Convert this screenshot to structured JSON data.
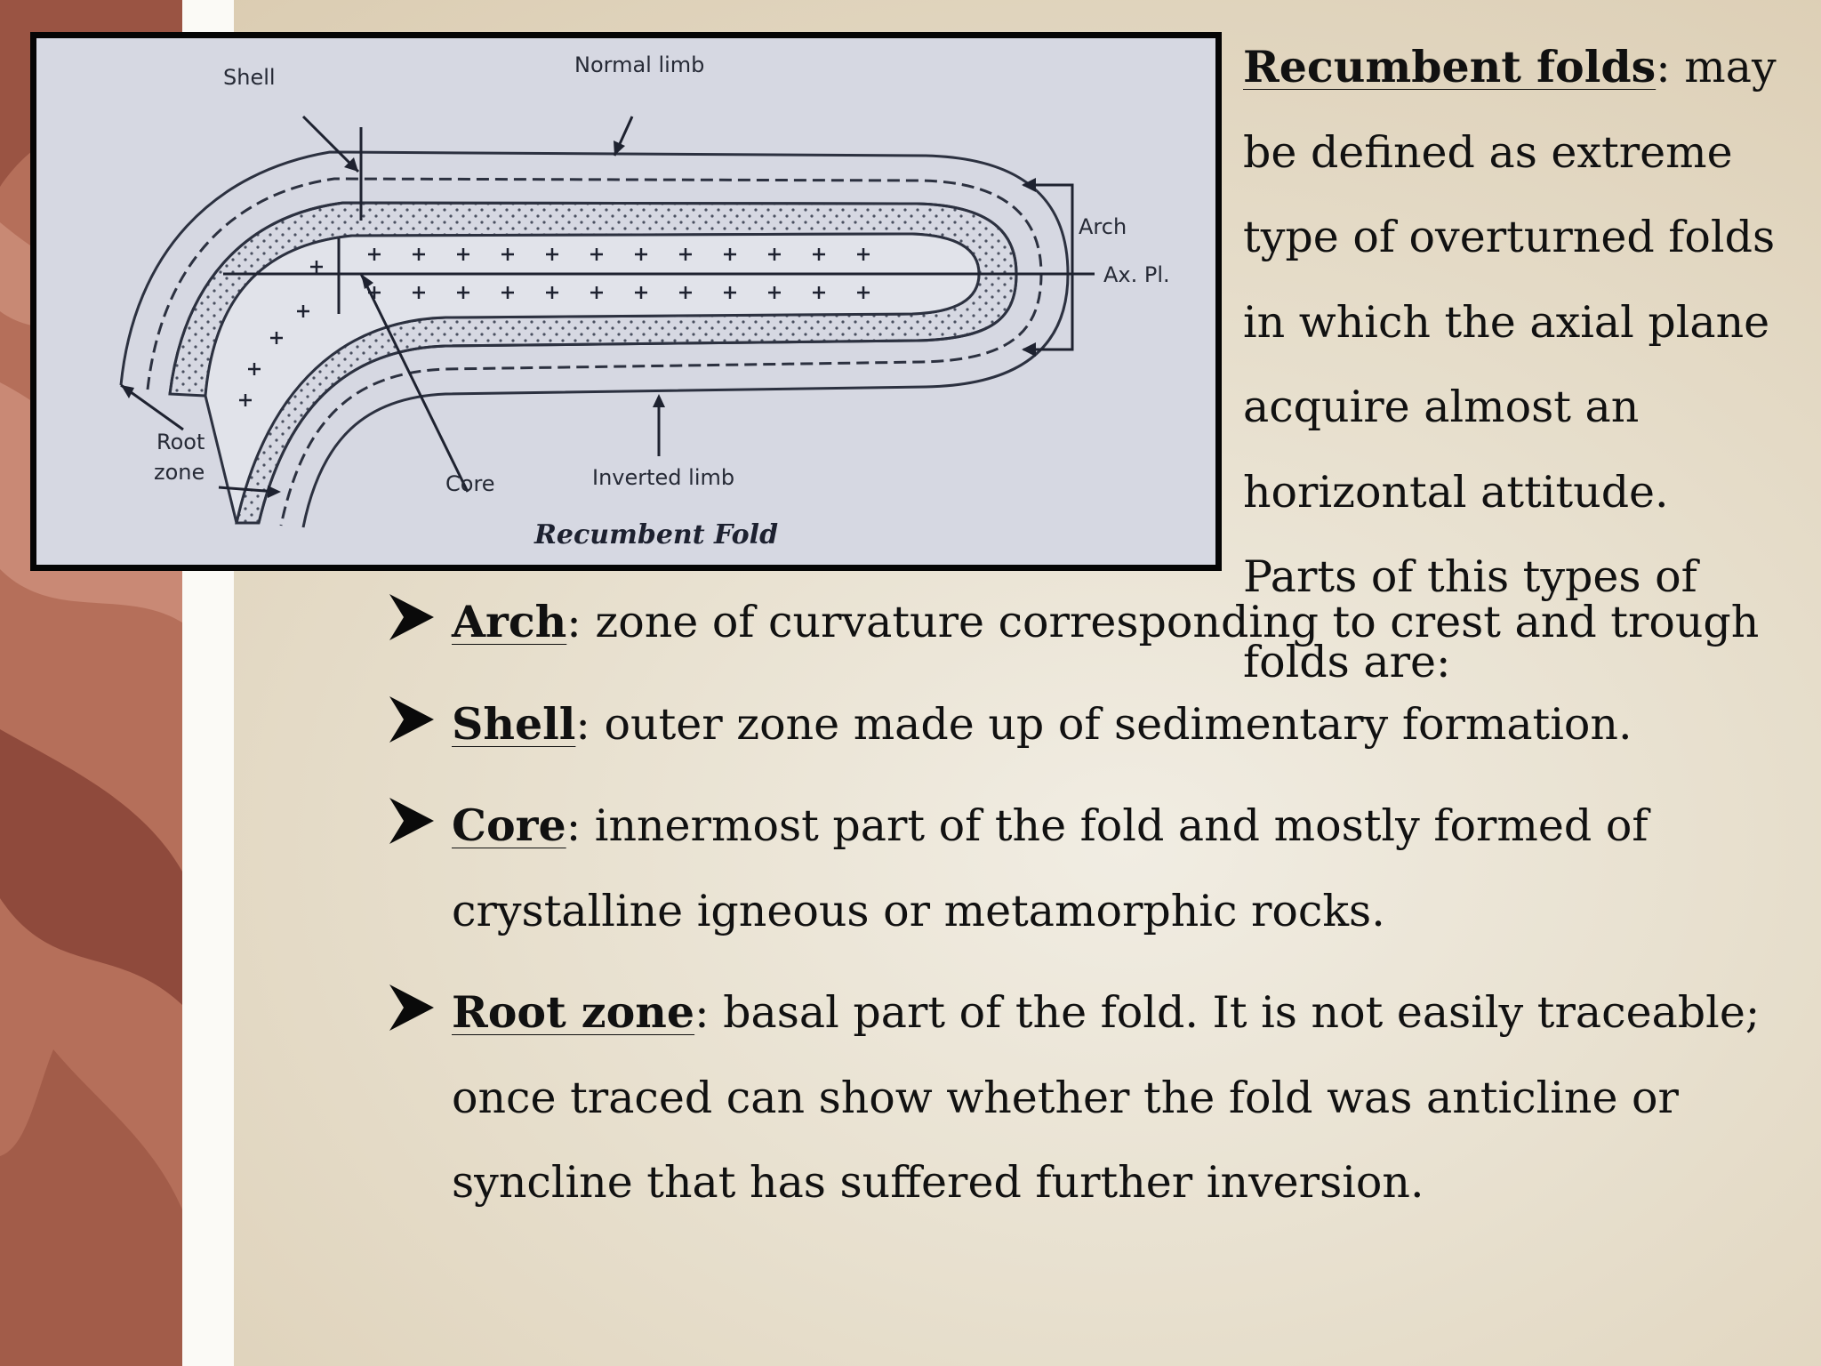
{
  "diagram": {
    "title": "Recumbent Fold",
    "labels": {
      "shell": "Shell",
      "normal_limb": "Normal limb",
      "arch": "Arch",
      "axial_plane": "Ax. Pl.",
      "root_line1": "Root",
      "root_line2": "zone",
      "core": "Core",
      "inverted_limb": "Inverted limb"
    }
  },
  "intro": {
    "term": "Recumbent folds",
    "text": ": may be defined as extreme type of overturned folds in which the axial plane acquire almost an horizontal attitude. Parts of this types of folds are:"
  },
  "bullets": [
    {
      "term": "Arch",
      "text": ": zone of curvature corresponding  to crest and trough"
    },
    {
      "term": "Shell",
      "text": ": outer zone made up of sedimentary formation."
    },
    {
      "term": "Core",
      "text": ": innermost part of the fold and mostly formed of crystalline igneous or metamorphic rocks."
    },
    {
      "term": "Root zone",
      "text": ": basal part of the fold. It is not easily traceable; once traced can show whether the fold was anticline or syncline that has suffered further inversion."
    }
  ],
  "colors": {
    "side_panel": "#b56f5a",
    "side_panel_dark": "#8f4a3c",
    "background": "#e7dfcd"
  }
}
